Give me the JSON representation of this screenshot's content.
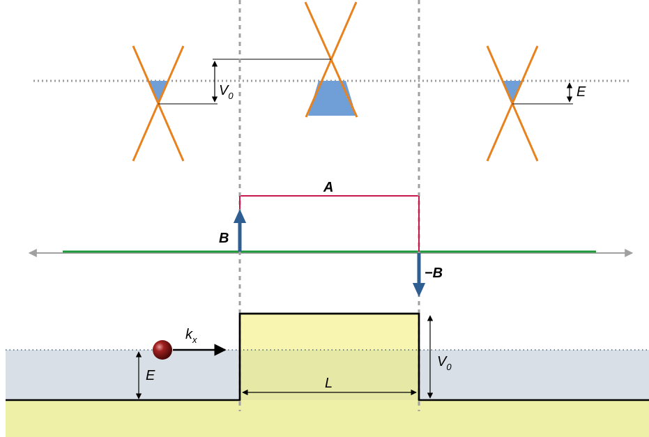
{
  "labels": {
    "v0_top": "V",
    "v0_top_sub": "0",
    "e_top": "E",
    "a": "A",
    "b": "B",
    "minus_b": "−B",
    "kx": "k",
    "kx_sub": "x",
    "e_bottom": "E",
    "l": "L",
    "v0_bottom": "V",
    "v0_bottom_sub": "0"
  },
  "colors": {
    "dirac_cone": "#e8821e",
    "filled_states": "#6f9fd6",
    "vector_potential": "#c8194f",
    "magnetic_field": "#2f5f92",
    "baseline": "#1f9a3a",
    "axis_arrow": "#a0a0a0",
    "barrier_fill": "#f7f5b0",
    "energy_fill": "#d8dfe6",
    "ground_fill": "#eef0a8",
    "particle": "#8b1a1a"
  }
}
